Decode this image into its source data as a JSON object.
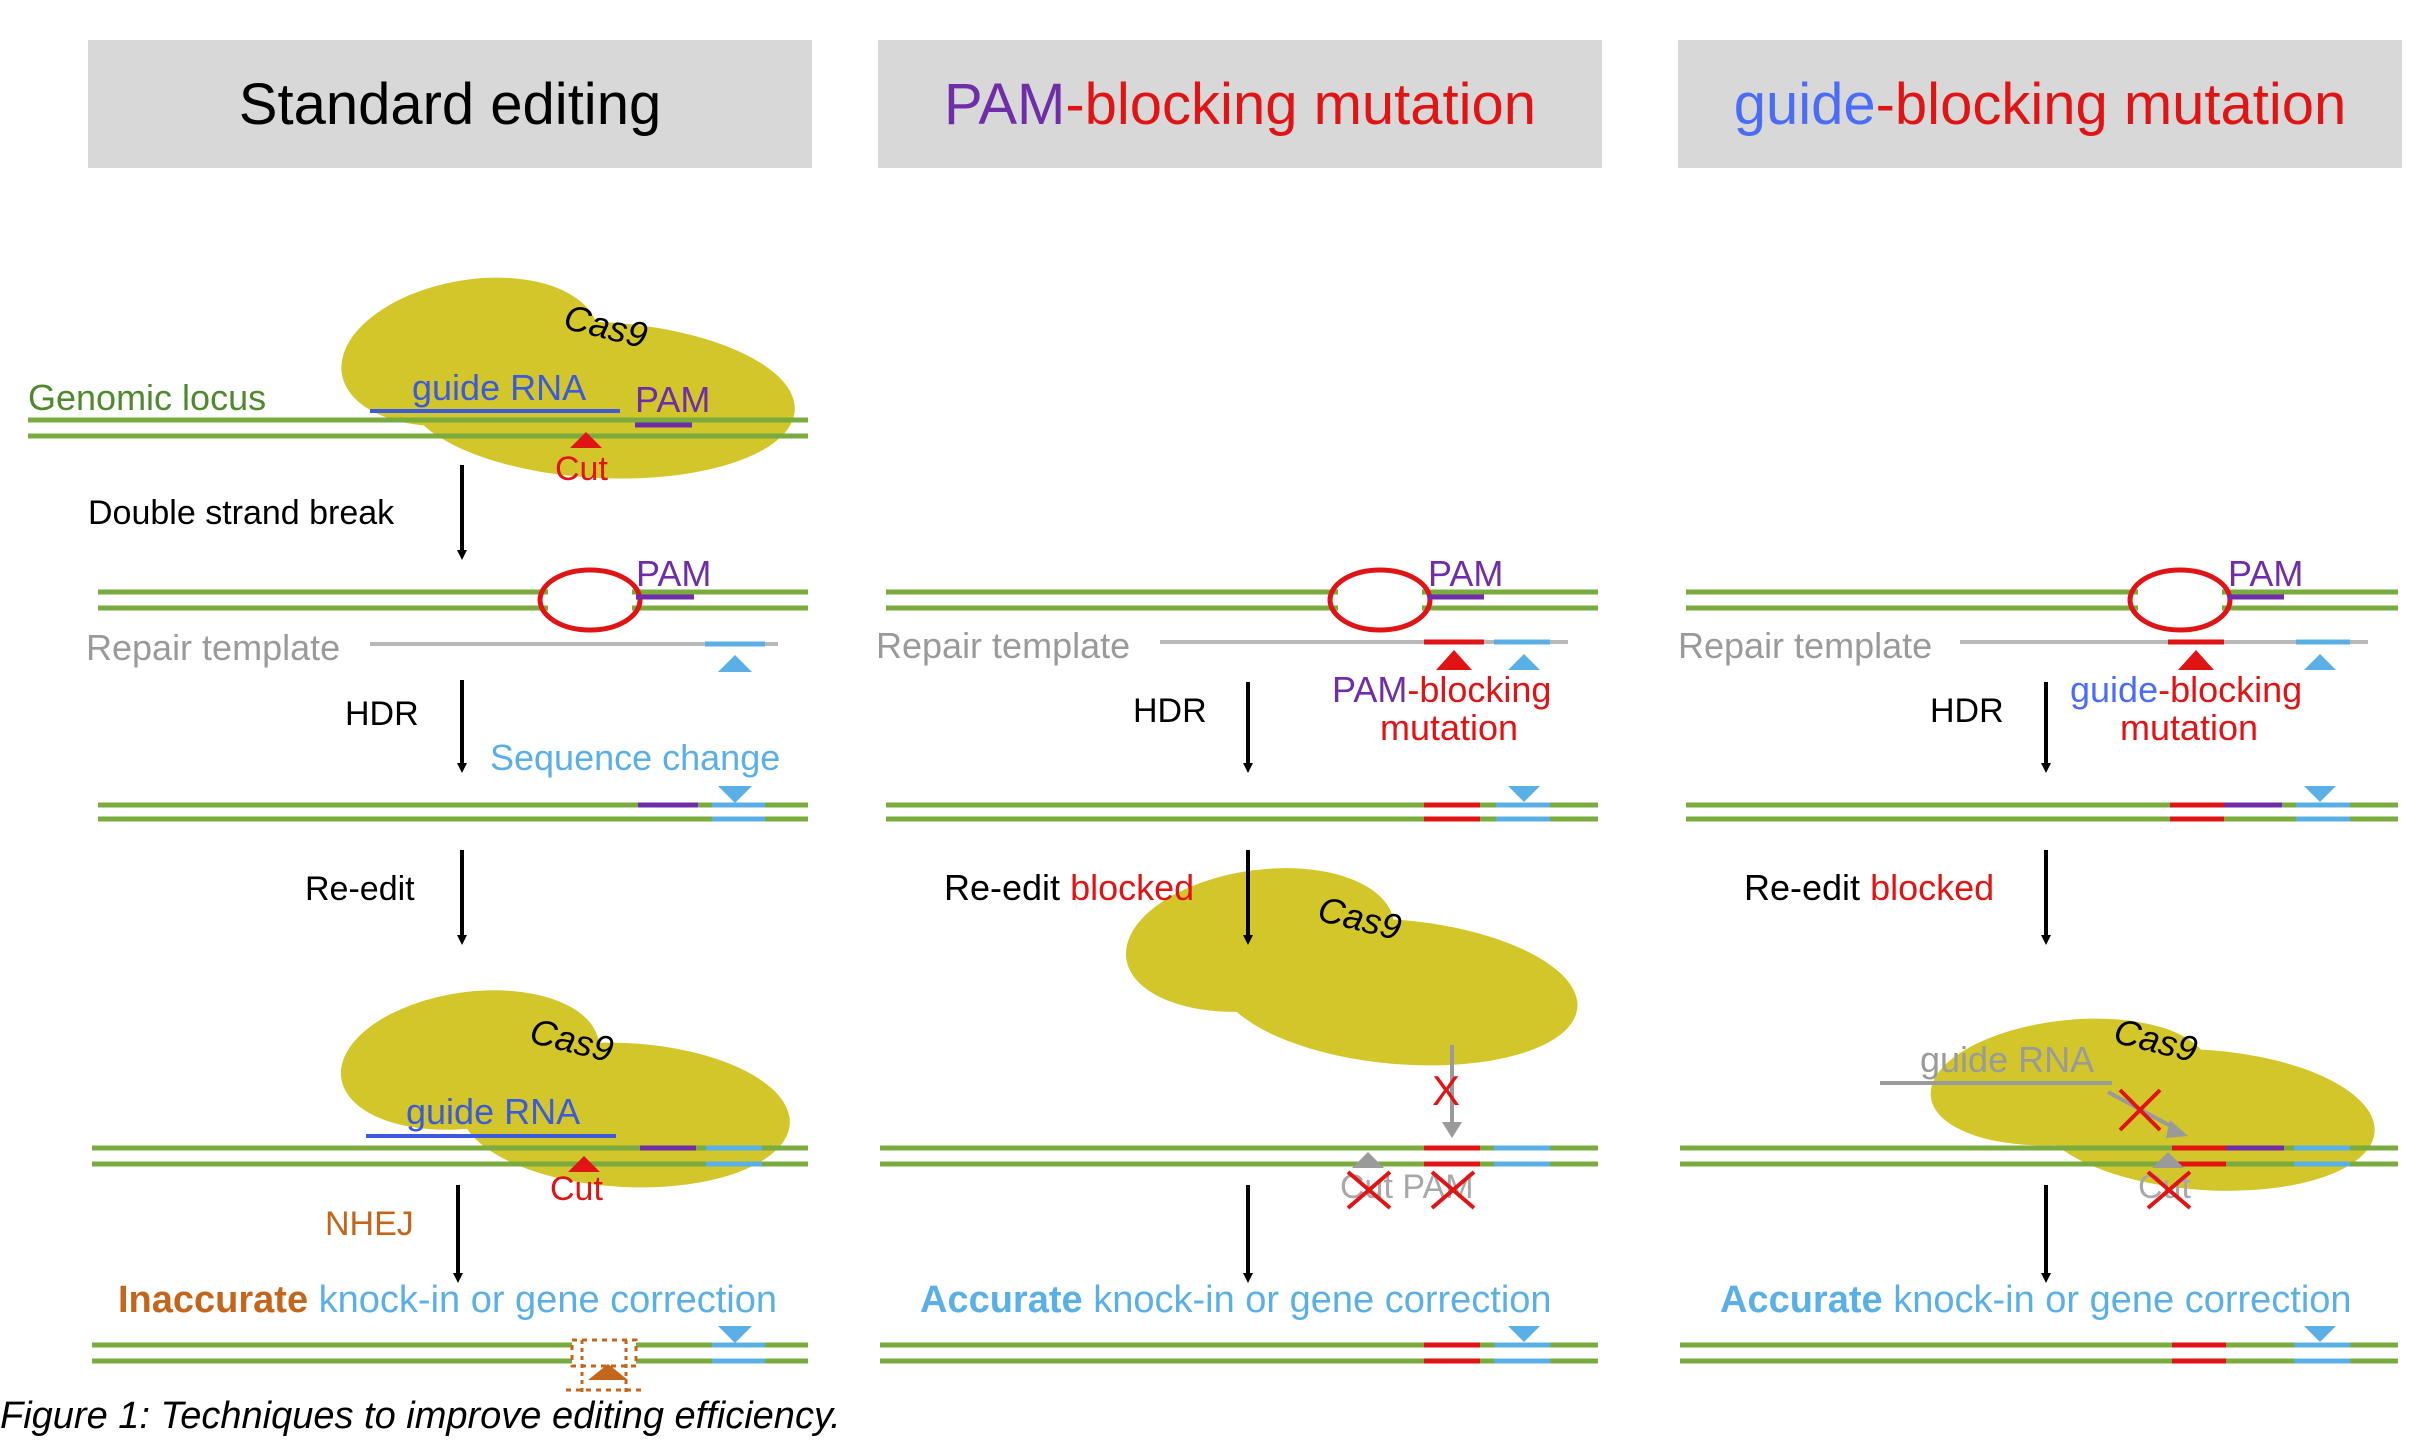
{
  "colors": {
    "green": "#6aa33f",
    "blue": "#3b5bdb",
    "light_blue": "#5ab0e6",
    "purple": "#6f2da8",
    "red": "#e01414",
    "gray": "#9a9a9a",
    "olive": "#d3c62a",
    "orange": "#c4651c",
    "header_bg": "#d8d8d8"
  },
  "headers": {
    "standard": "Standard editing",
    "pam_part1": "PAM",
    "pam_part2": "-blocking mutation",
    "guide_part1": "guide",
    "guide_part2": "-blocking mutation"
  },
  "labels": {
    "genomic_locus": "Genomic locus",
    "cas9": "Cas9",
    "guide_rna": "guide RNA",
    "pam": "PAM",
    "cut": "Cut",
    "double_strand_break": "Double strand break",
    "repair_template": "Repair template",
    "hdr": "HDR",
    "sequence_change": "Sequence change",
    "re_edit": "Re-edit",
    "blocked": "blocked",
    "nhej": "NHEJ",
    "pam_blocking_1a": "PAM",
    "pam_blocking_1b": "-blocking",
    "mutation": "mutation",
    "guide_blocking_1a": "guide",
    "guide_blocking_1b": "-blocking",
    "inaccurate": "Inaccurate",
    "accurate": "Accurate",
    "knock_in": " knock-in or gene correction",
    "cut_pam": "Cut PAM"
  },
  "caption": "Figure 1: Techniques to improve editing efficiency."
}
